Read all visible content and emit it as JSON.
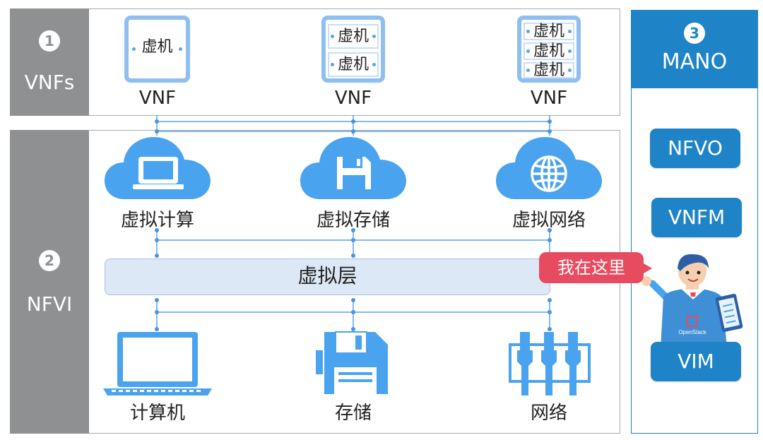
{
  "vnfs": {
    "number": "1",
    "label": "VNFs",
    "items": [
      {
        "label": "VNF",
        "vms": [
          "虚机"
        ]
      },
      {
        "label": "VNF",
        "vms": [
          "虚机",
          "虚机"
        ]
      },
      {
        "label": "VNF",
        "vms": [
          "虚机",
          "虚机",
          "虚机"
        ]
      }
    ]
  },
  "nfvi": {
    "number": "2",
    "label": "NFVI",
    "virtual_resources": [
      "虚拟计算",
      "虚拟存储",
      "虚拟网络"
    ],
    "virtual_layer": "虚拟层",
    "physical_resources": [
      "计算机",
      "存储",
      "网络"
    ]
  },
  "mano": {
    "number": "3",
    "title": "MANO",
    "components": [
      "NFVO",
      "VNFM",
      "VIM"
    ]
  },
  "annotation": "我在这里",
  "mascot_badge": "OpenStack",
  "colors": {
    "accent_blue": "#1f83c8",
    "icon_blue": "#4aa3ee",
    "side_gray": "#8e9092",
    "callout_red": "#e74b60"
  }
}
